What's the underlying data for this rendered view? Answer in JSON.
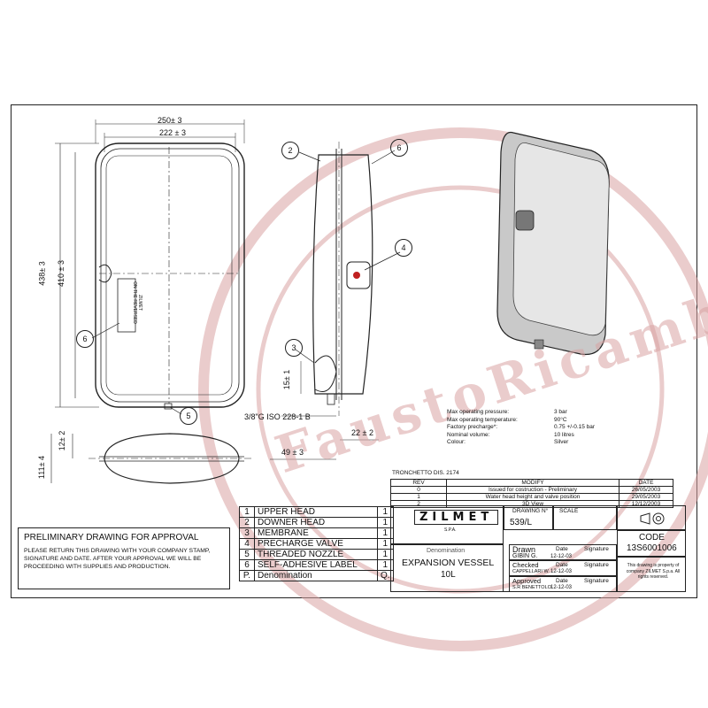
{
  "dimensions": {
    "d250": "250± 3",
    "d222": "222 ± 3",
    "d438": "438± 3",
    "d410": "410 ± 3",
    "d15": "15± 1",
    "thread": "3/8\"G ISO 228-1 B",
    "d22": "22 ± 2",
    "d49": "49 ± 3",
    "d12": "12± 2",
    "d111": "111± 4"
  },
  "label_text": {
    "line1": "ZILMET",
    "line2": "ON THE REVERSED"
  },
  "callouts": [
    "2",
    "6",
    "4",
    "3",
    "6",
    "5"
  ],
  "specs": {
    "labels": [
      "Max operating pressure:",
      "Max operating temperature:",
      "Factory precharge*:",
      "Nominal volume:",
      "Colour:"
    ],
    "values": [
      "3 bar",
      "90°C",
      "0.75 +/-0.15 bar",
      "10 litres",
      "Silver"
    ]
  },
  "tronchetto": "TRONCHETTO DIS. 2174",
  "revisions": {
    "headers": [
      "REV",
      "MODIFY",
      "DATE"
    ],
    "rows": [
      [
        "0",
        "Issued for costruction - Preliminary",
        "26/05/2003"
      ],
      [
        "1",
        "Water head height and valve position",
        "29/05/2003"
      ],
      [
        "2",
        "3D View",
        "12/12/2003"
      ]
    ]
  },
  "bom": {
    "rows": [
      [
        "1",
        "UPPER HEAD",
        "1"
      ],
      [
        "2",
        "DOWNER HEAD",
        "1"
      ],
      [
        "3",
        "MEMBRANE",
        "1"
      ],
      [
        "4",
        "PRECHARGE VALVE",
        "1"
      ],
      [
        "5",
        "THREADED NOZZLE",
        "1"
      ],
      [
        "6",
        "SELF-ADHESIVE LABEL",
        "1"
      ],
      [
        "P.",
        "Denomination",
        "Q."
      ]
    ]
  },
  "notice": {
    "title": "PRELIMINARY DRAWING FOR APPROVAL",
    "body": "PLEASE RETURN THIS DRAWING WITH YOUR COMPANY STAMP, SIGNATURE AND DATE. AFTER YOUR APPROVAL WE WILL BE PROCEEDING  WITH SUPPLIES AND PRODUCTION."
  },
  "title_block": {
    "company": "ZILMET",
    "company_sub": "S.P.A.",
    "drawing_no_label": "DRAWING N°",
    "scale_label": "SCALE",
    "drawing_no": "539/L",
    "denomination_label": "Denomination",
    "denomination": "EXPANSION VESSEL",
    "volume": "10L",
    "code_label": "CODE",
    "code": "13S6001006",
    "drawn_label": "Drawn",
    "drawn_by": "GIBIN G.",
    "checked_label": "Checked",
    "checked_by": "CAPPELLARI W.",
    "approved_label": "Approved",
    "approved_by": "S.R BENETTOLO",
    "date_label": "Date",
    "signature_label": "Signature",
    "date_value": "12-12-03",
    "property_note": "This drawing is property of company ZILMET S.p.a. All rights reserved."
  },
  "watermark": "FaustoRicambi",
  "colors": {
    "watermark": "#d9a3a3",
    "valve": "#c02020",
    "line": "#222222"
  }
}
